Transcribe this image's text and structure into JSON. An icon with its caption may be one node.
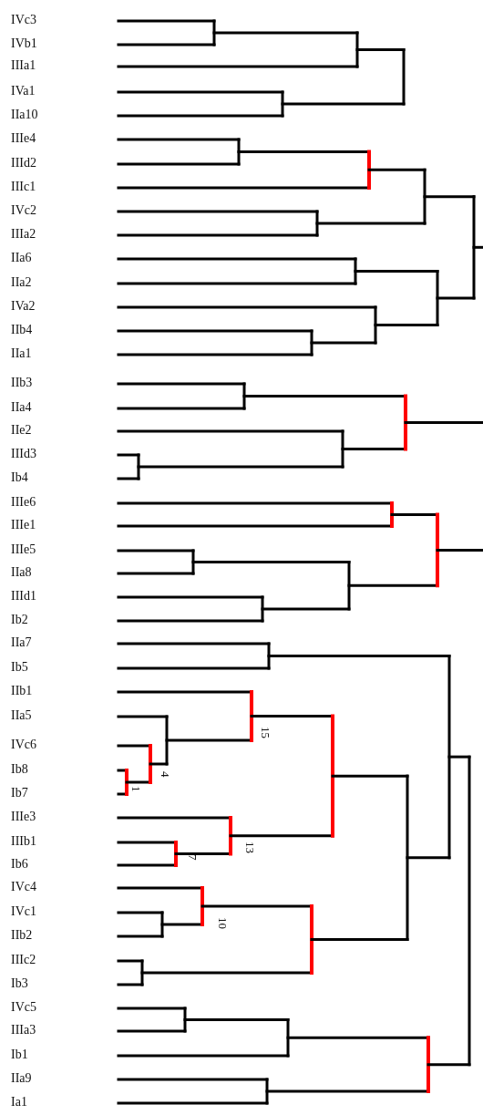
{
  "diagram": {
    "labels": [
      "IVc3",
      "IVb1",
      "IIIa1",
      "IVa1",
      "IIa10",
      "IIIe4",
      "IIId2",
      "IIIc1",
      "IVc2",
      "IIIa2",
      "IIa6",
      "IIa2",
      "IVa2",
      "IIb4",
      "IIa1",
      "IIb3",
      "IIa4",
      "IIe2",
      "IIId3",
      "Ib4",
      "IIIe6",
      "IIIe1",
      "IIIe5",
      "IIa8",
      "IIId1",
      "Ib2",
      "IIa7",
      "Ib5",
      "IIb1",
      "IIa5",
      "IVc6",
      "Ib8",
      "Ib7",
      "IIIe3",
      "IIIb1",
      "Ib6",
      "IVc4",
      "IVc1",
      "IIb2",
      "IIIc2",
      "Ib3",
      "IVc5",
      "IIIa3",
      "Ib1",
      "IIa9",
      "Ia1",
      "15",
      "4",
      "1",
      "13",
      "7",
      "10"
    ]
  }
}
